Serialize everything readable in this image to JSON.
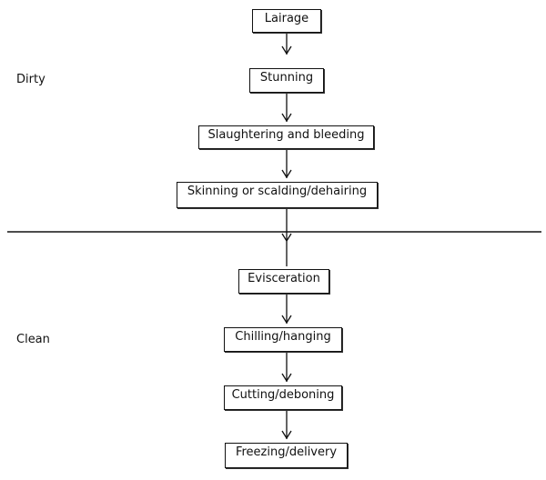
{
  "zones": {
    "dirty_label": "Dirty",
    "clean_label": "Clean"
  },
  "steps": [
    "Lairage",
    "Stunning",
    "Slaughtering and bleeding",
    "Skinning or scalding/dehairing",
    "Evisceration",
    "Chilling/hanging",
    "Cutting/deboning",
    "Freezing/delivery"
  ]
}
